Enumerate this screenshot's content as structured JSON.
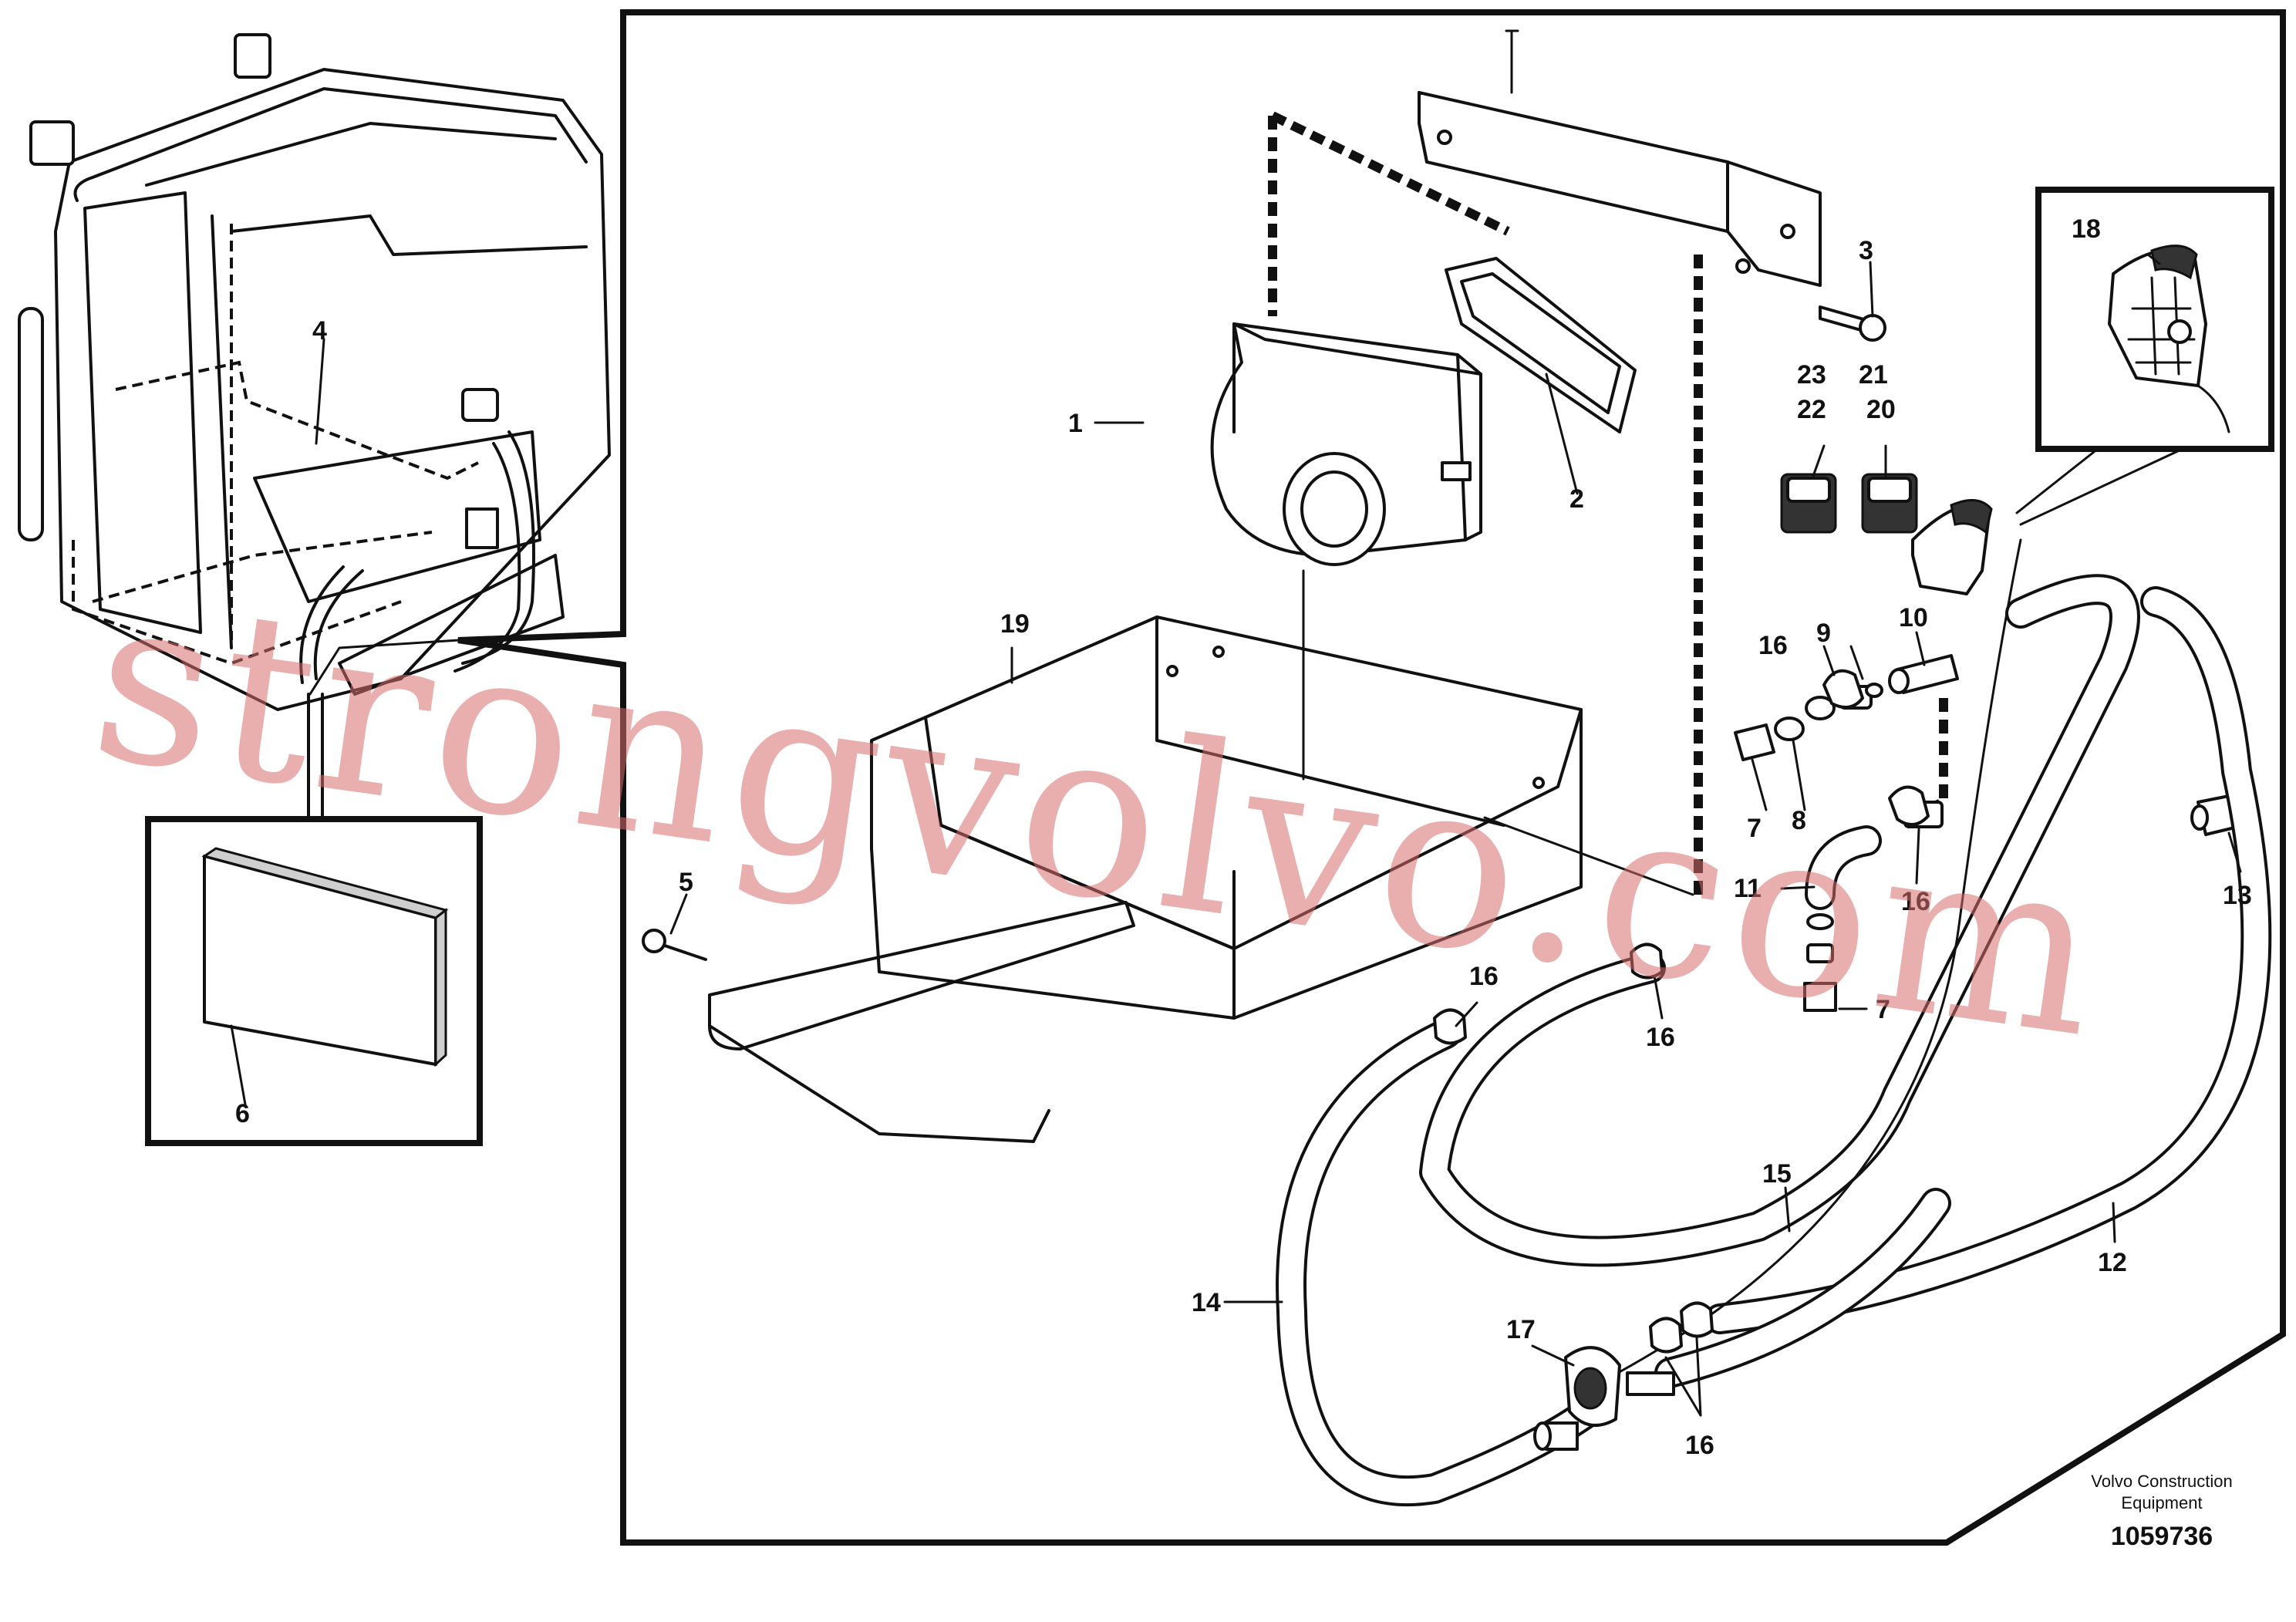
{
  "callouts": {
    "c1": "1",
    "c2": "2",
    "c3": "3",
    "c4": "4",
    "c5": "5",
    "c6": "6",
    "c7a": "7",
    "c7b": "7",
    "c8": "8",
    "c9": "9",
    "c10": "10",
    "c11": "11",
    "c12": "12",
    "c13": "13",
    "c14": "14",
    "c15": "15",
    "c16a": "16",
    "c16b": "16",
    "c16c": "16",
    "c16d": "16",
    "c16e": "16",
    "c17": "17",
    "c18": "18",
    "c19": "19",
    "c20": "20",
    "c21": "21",
    "c22": "22",
    "c23": "23"
  },
  "footer": {
    "brand_line1": "Volvo Construction",
    "brand_line2": "Equipment",
    "doc_number": "1059736"
  },
  "watermark": "strongvolvo.com",
  "colors": {
    "line": "#111111",
    "watermark": "#d76e6e",
    "background": "#ffffff"
  }
}
